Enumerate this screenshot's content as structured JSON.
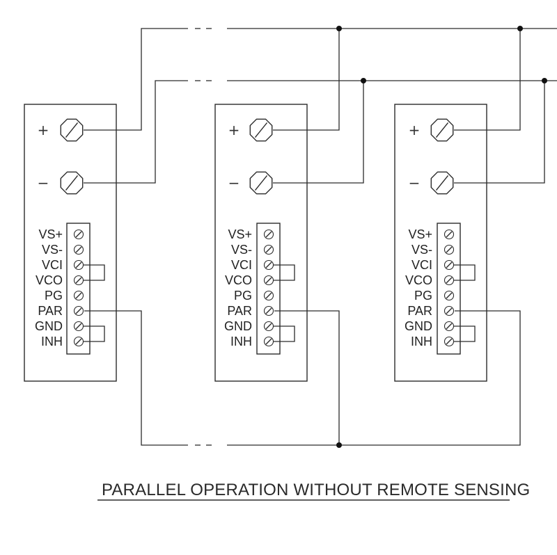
{
  "title": "PARALLEL OPERATION WITHOUT REMOTE SENSING",
  "modules": [
    {
      "plus_label": "+",
      "minus_label": "−",
      "pins": [
        "VS+",
        "VS-",
        "VCI",
        "VCO",
        "PG",
        "PAR",
        "GND",
        "INH"
      ]
    },
    {
      "plus_label": "+",
      "minus_label": "−",
      "pins": [
        "VS+",
        "VS-",
        "VCI",
        "VCO",
        "PG",
        "PAR",
        "GND",
        "INH"
      ]
    },
    {
      "plus_label": "+",
      "minus_label": "−",
      "pins": [
        "VS+",
        "VS-",
        "VCI",
        "VCO",
        "PG",
        "PAR",
        "GND",
        "INH"
      ]
    }
  ],
  "connections": {
    "positive_bus": "joins + terminals of all modules",
    "negative_bus": "joins − terminals of all modules",
    "par_bus": "joins PAR pins of all modules",
    "jumpers": [
      "VCI-VCO",
      "GND-INH"
    ]
  }
}
